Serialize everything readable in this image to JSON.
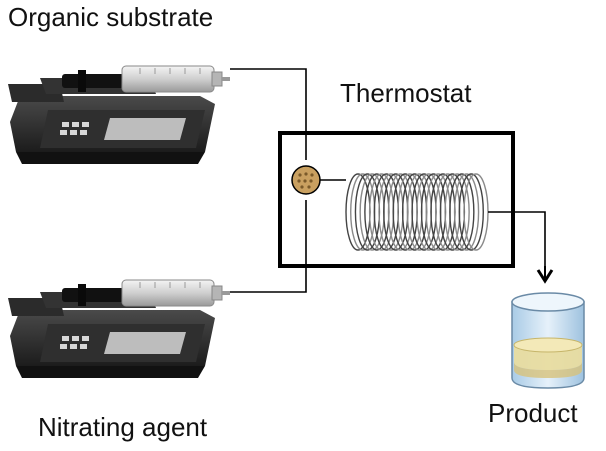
{
  "labels": {
    "organic_substrate": "Organic substrate",
    "thermostat": "Thermostat",
    "nitrating_agent": "Nitrating agent",
    "product": "Product"
  },
  "colors": {
    "pump_body": "#2a2a2a",
    "pump_top": "#3c3c3c",
    "syringe_barrel": "#d9d9d9",
    "plunger": "#111111",
    "mixer_fill": "#c9a060",
    "coil_stroke": "#555555",
    "beaker_glass": "#cfe4f5",
    "product_liquid": "#e8dca0",
    "line": "#000000"
  },
  "icons": {
    "pump": "syringe-pump-icon",
    "mixer": "t-mixer-icon",
    "coil": "coil-reactor-icon",
    "vessel": "beaker-icon"
  }
}
